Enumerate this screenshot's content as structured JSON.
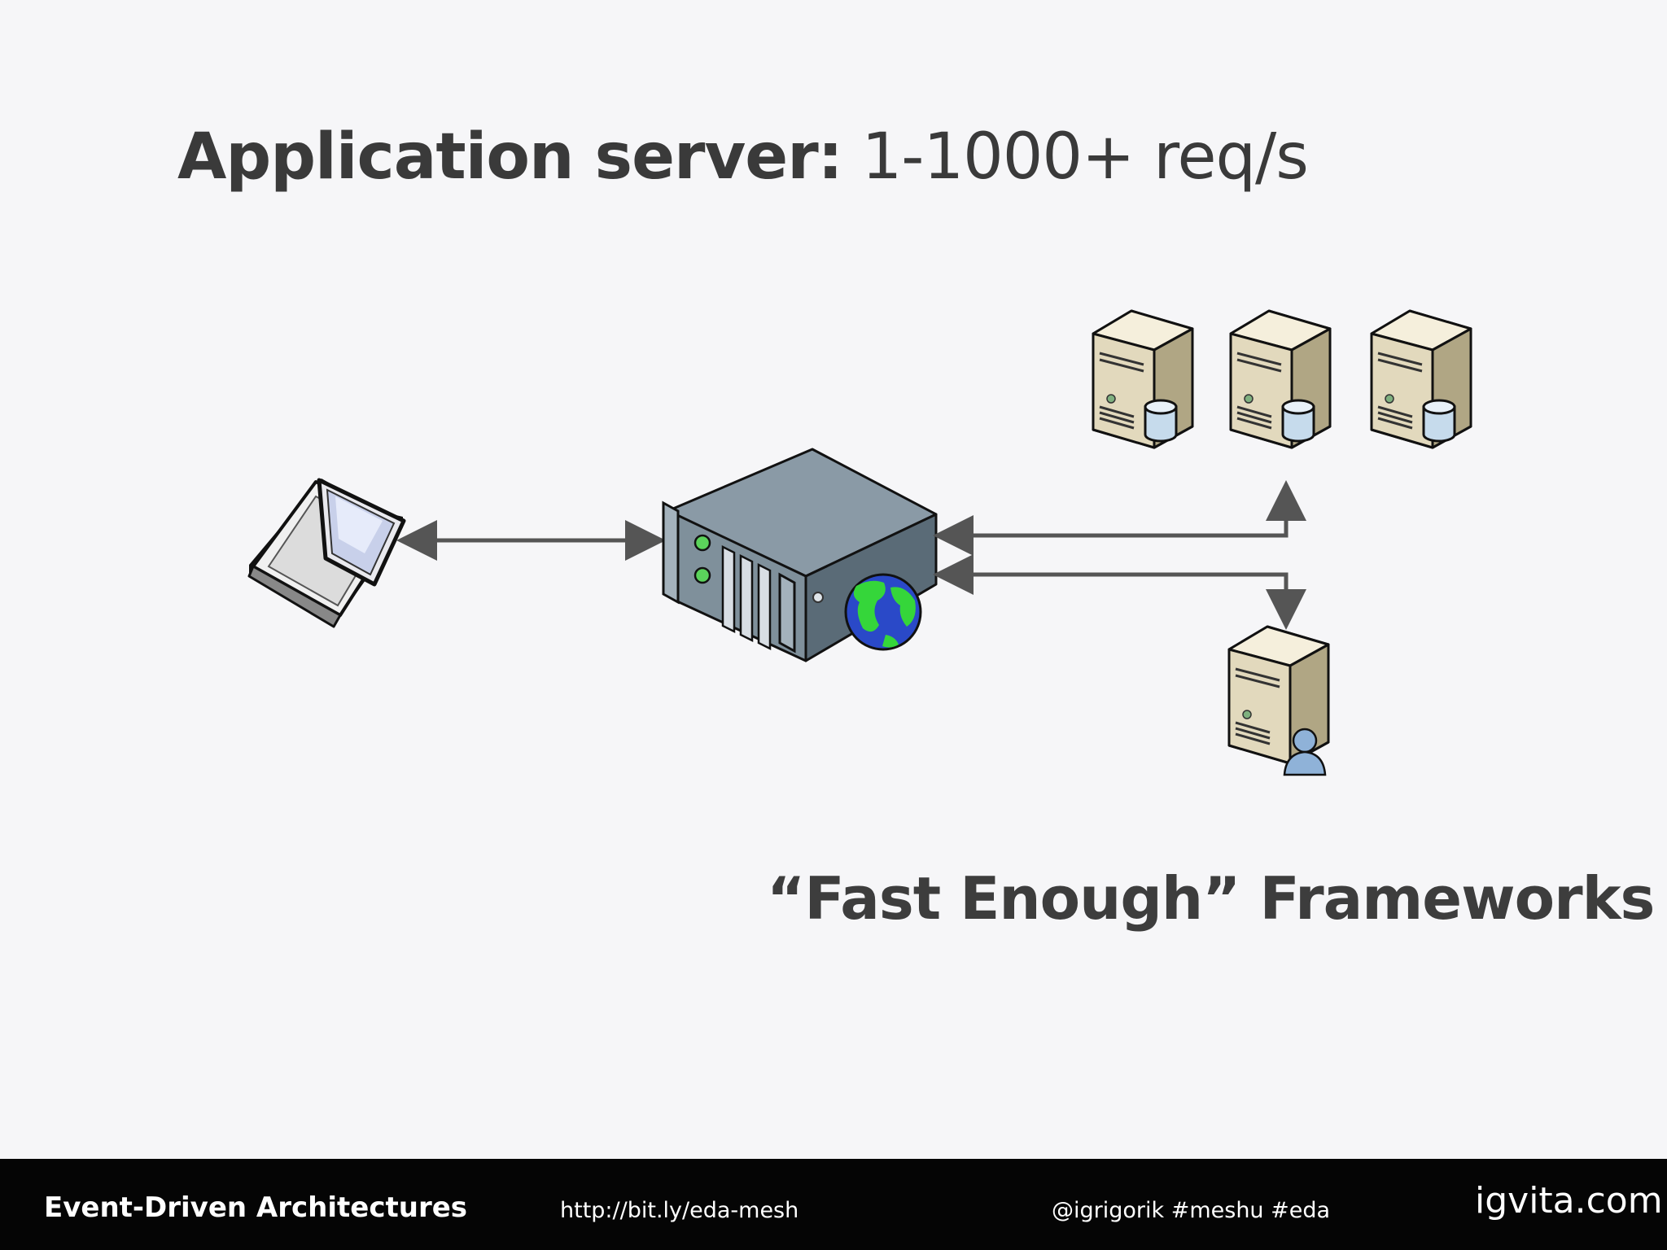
{
  "title": {
    "bold": "Application server:",
    "normal": "1-1000+ req/s"
  },
  "subtitle": "“Fast Enough” Frameworks",
  "footer": {
    "title": "Event-Driven Architectures",
    "link": "http://bit.ly/eda-mesh",
    "tags": "@igrigorik #meshu #eda",
    "logo": "igvita.com"
  },
  "diagram": {
    "nodes": [
      "laptop-icon",
      "web-server-icon",
      "globe-icon",
      "database-server-icon",
      "database-server-icon",
      "database-server-icon",
      "user-server-icon"
    ],
    "colors": {
      "arrow": "#555555",
      "server_gray": "#7f909b",
      "tower_beige": "#e2d9bd",
      "cylinder_blue": "#c6dbec",
      "globe_blue": "#2a49c8",
      "globe_green": "#35d63a"
    }
  }
}
